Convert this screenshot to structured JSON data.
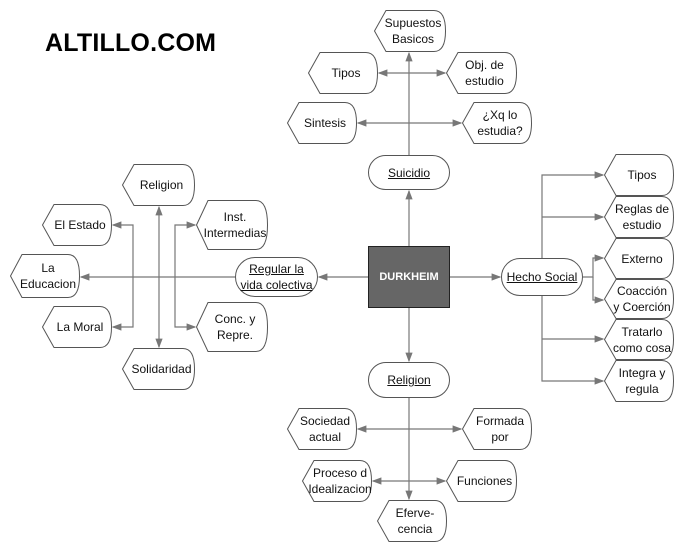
{
  "title": "ALTILLO.COM",
  "center": "DURKHEIM",
  "hubs": {
    "suicidio": "Suicidio",
    "religion": "Religion",
    "hecho_social": "Hecho Social",
    "regular": "Regular la\nvida colectiva"
  },
  "suicidio_items": {
    "supuestos": "Supuestos\nBasicos",
    "tipos": "Tipos",
    "obj": "Obj. de\nestudio",
    "sintesis": "Sintesis",
    "xq": "¿Xq lo\nestudia?"
  },
  "regular_items": {
    "religion": "Religion",
    "estado": "El Estado",
    "inst": "Inst.\nIntermedias",
    "educacion": "La\nEducacion",
    "moral": "La Moral",
    "conc": "Conc. y\nRepre.",
    "solidaridad": "Solidaridad"
  },
  "hecho_items": {
    "tipos": "Tipos",
    "reglas": "Reglas de\nestudio",
    "externo": "Externo",
    "coaccion": "Coacción\ny Coerción",
    "tratarlo": "Tratarlo\ncomo cosa",
    "integra": "Integra y\nregula"
  },
  "religion_items": {
    "sociedad": "Sociedad\nactual",
    "formada": "Formada\npor",
    "proceso": "Proceso d\nIdealizacion",
    "funciones": "Funciones",
    "efervecencia": "Eferve-\ncencia"
  },
  "colors": {
    "line": "#777777",
    "center_fill": "#666666"
  }
}
